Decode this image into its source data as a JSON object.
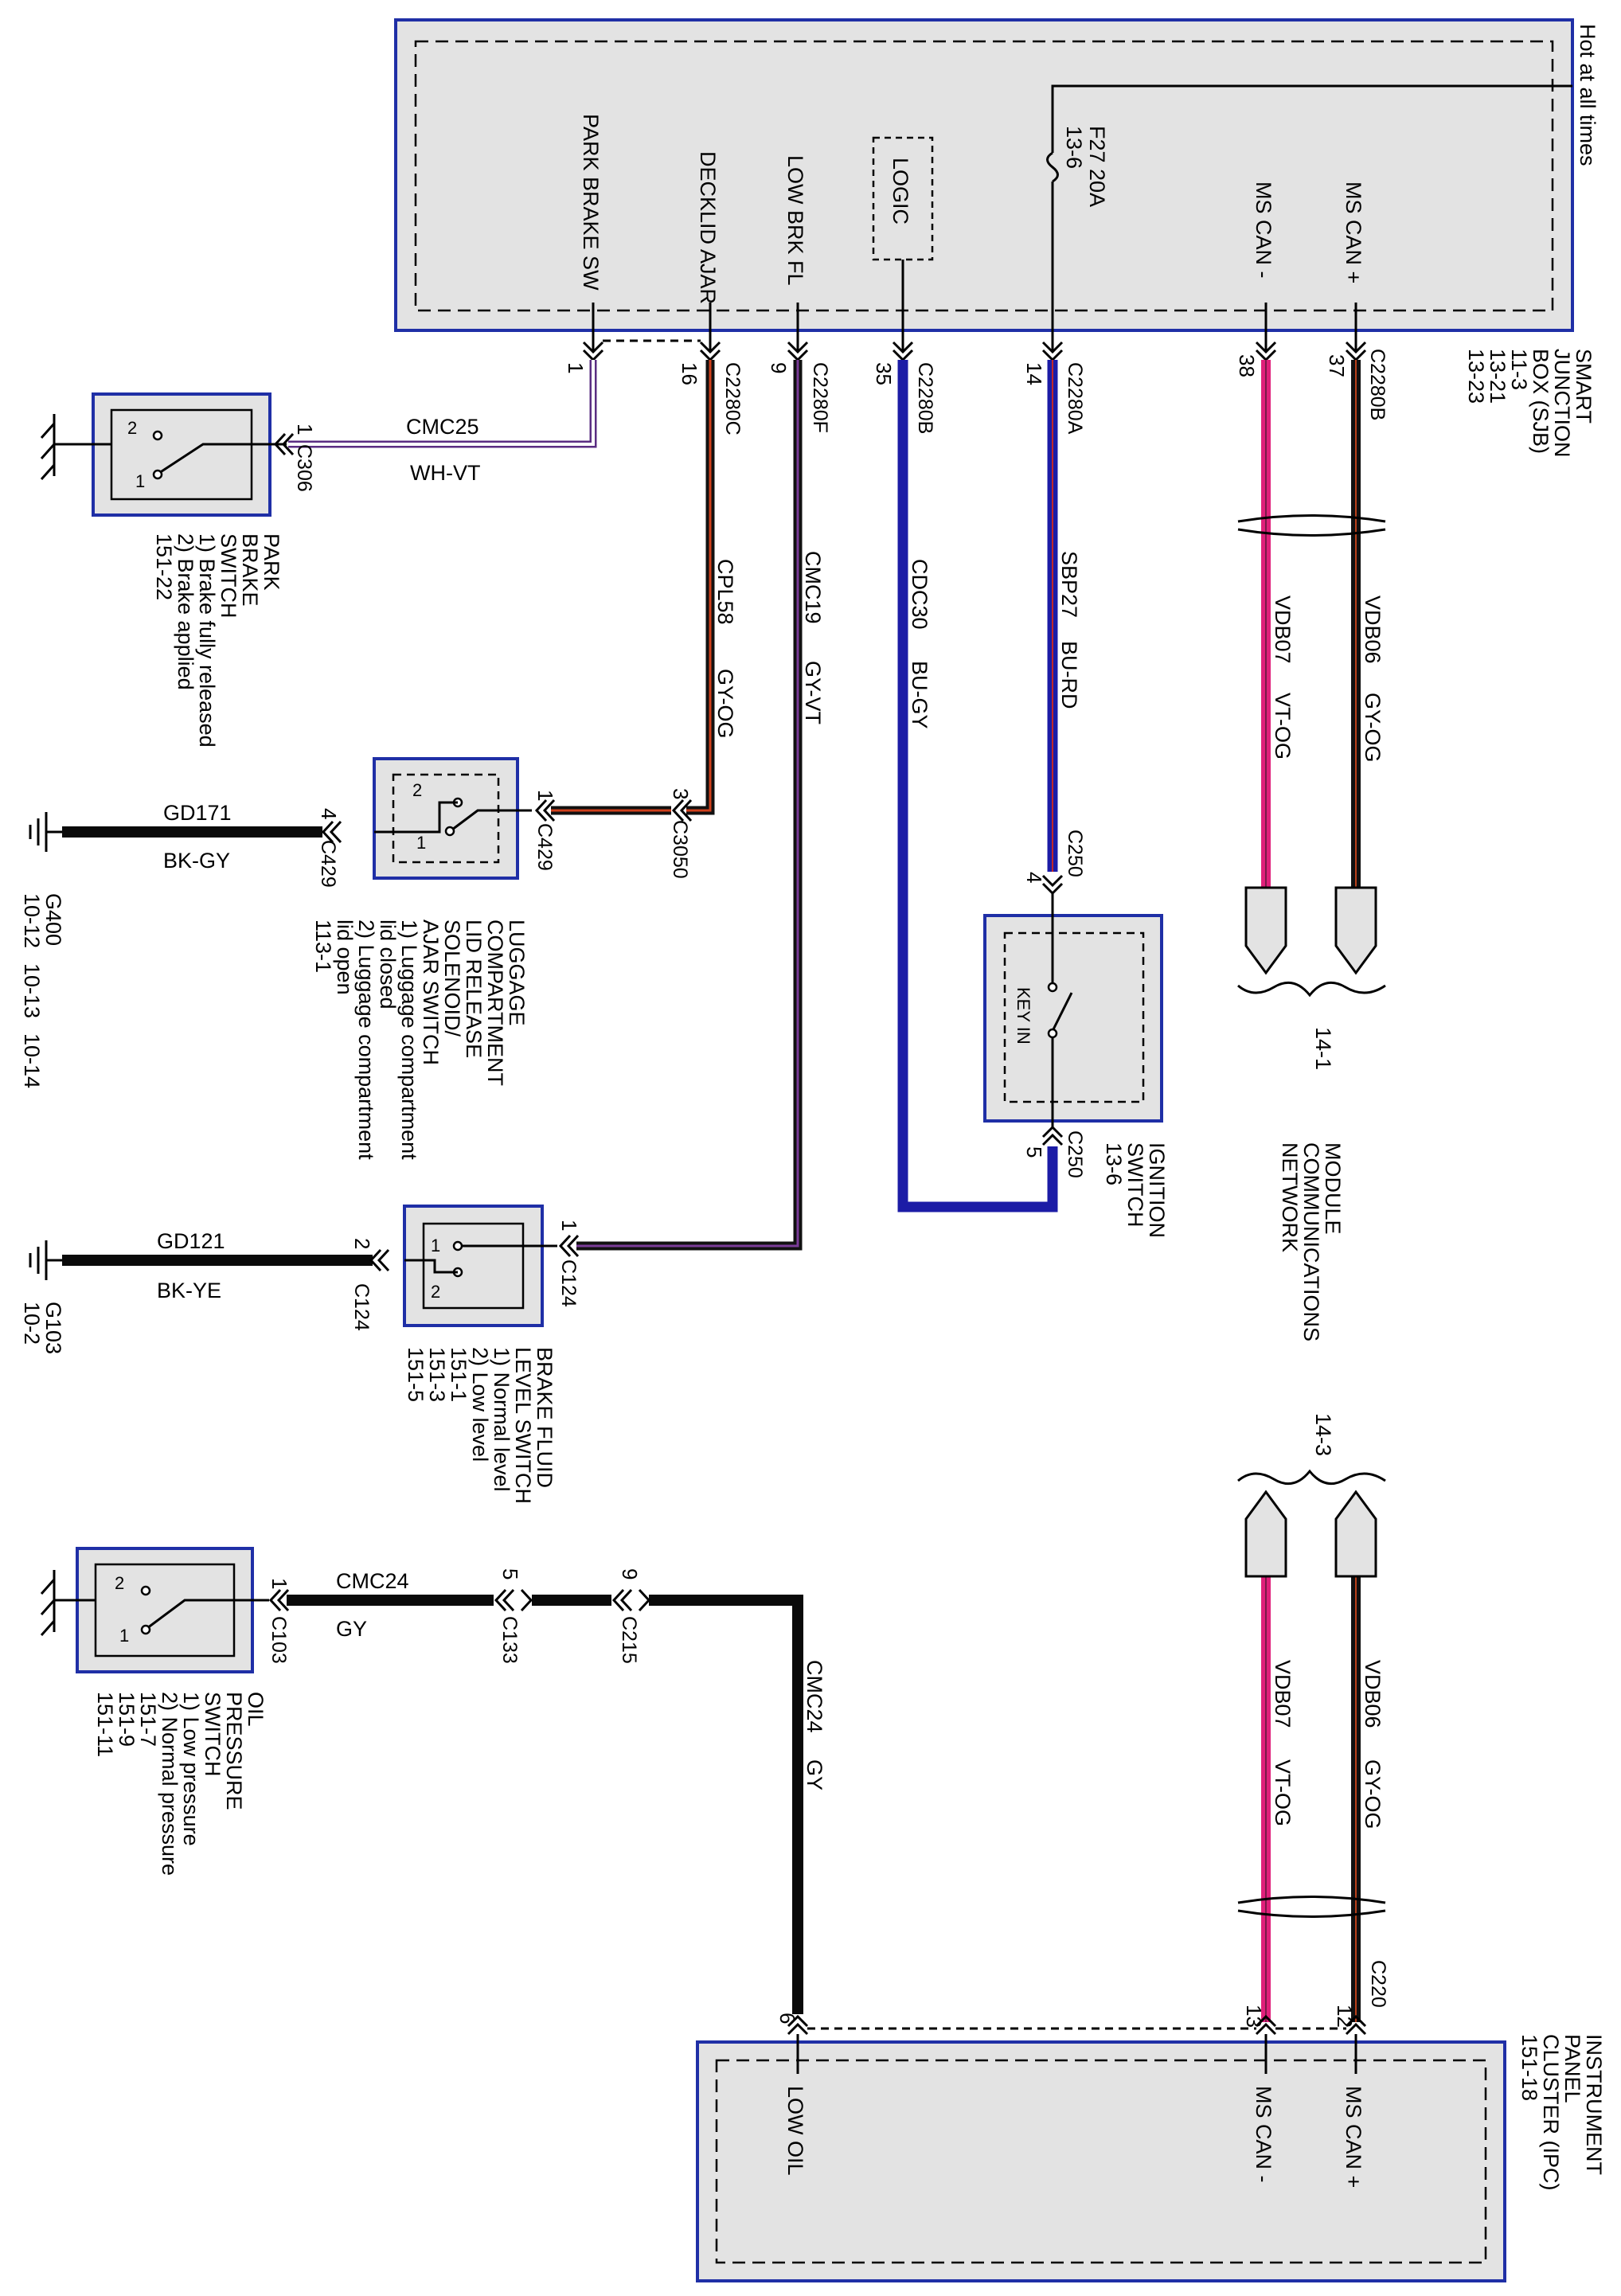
{
  "sjb": {
    "title": [
      "SMART",
      "JUNCTION",
      "BOX (SJB)"
    ],
    "refs": [
      "11-3",
      "13-21",
      "13-23"
    ],
    "hot": "Hot at all times",
    "fuse": "F27   20A",
    "fuse_ref": "13-6",
    "logic": "LOGIC",
    "circuits": {
      "park": "PARK BRAKE SW",
      "decklid": "DECKLID AJAR",
      "lowbrk": "LOW BRK FL",
      "mscanm": "MS CAN -",
      "mscanp": "MS CAN +"
    },
    "pins": {
      "p1": "1",
      "p16": "16",
      "p9": "9",
      "p35": "35",
      "p14": "14",
      "p38": "38",
      "p37": "37"
    },
    "connectors": {
      "c2280c": "C2280C",
      "c2280f": "C2280F",
      "c2280b1": "C2280B",
      "c2280a": "C2280A",
      "c2280b2": "C2280B"
    }
  },
  "wires": {
    "cmc25": {
      "circuit": "CMC25",
      "color": "WH-VT"
    },
    "cpl58": {
      "circuit": "CPL58",
      "color": "GY-OG"
    },
    "cmc19": {
      "circuit": "CMC19",
      "color": "GY-VT"
    },
    "cdc30": {
      "circuit": "CDC30",
      "color": "BU-GY"
    },
    "sbp27": {
      "circuit": "SBP27",
      "color": "BU-RD"
    },
    "vdb07a": {
      "circuit": "VDB07",
      "color": "VT-OG"
    },
    "vdb06a": {
      "circuit": "VDB06",
      "color": "GY-OG"
    },
    "gd171": {
      "circuit": "GD171",
      "color": "BK-GY"
    },
    "gd121": {
      "circuit": "GD121",
      "color": "BK-YE"
    },
    "cmc24a": {
      "circuit": "CMC24",
      "color": "GY"
    },
    "cmc24b": {
      "circuit": "CMC24",
      "color": "GY"
    },
    "vdb07b": {
      "circuit": "VDB07",
      "color": "VT-OG"
    },
    "vdb06b": {
      "circuit": "VDB06",
      "color": "GY-OG"
    }
  },
  "wire_colors": {
    "purple": "#5a2d82",
    "pink": "#e0207a",
    "blue": "#1c1ca6",
    "redorange": "#d0401c",
    "black": "#0a0a0a"
  },
  "park_brake": {
    "title": [
      "PARK",
      "BRAKE",
      "SWITCH"
    ],
    "states": [
      "1) Brake fully released",
      "2) Brake applied"
    ],
    "ref": "151-22",
    "connector": "C306",
    "pin": "1",
    "sw_pos": [
      "2",
      "1"
    ]
  },
  "luggage": {
    "title": [
      "LUGGAGE",
      "COMPARTMENT",
      "LID RELEASE",
      "SOLENOID/",
      "AJAR SWITCH"
    ],
    "states": [
      "1) Luggage compartment",
      "lid closed",
      "2) Luggage compartment",
      "lid open"
    ],
    "ref": "113-1",
    "c429a": "C429",
    "c429a_pin": "1",
    "c429b": "C429",
    "c429b_pin": "4",
    "c3050": "C3050",
    "c3050_pin": "3",
    "sw_pos": [
      "2",
      "1"
    ]
  },
  "g400": {
    "name": "G400",
    "refs": [
      "10-12",
      "10-13",
      "10-14"
    ]
  },
  "ignition": {
    "title": [
      "IGNITION",
      "SWITCH"
    ],
    "ref": "13-6",
    "key": "KEY IN",
    "c250a": "C250",
    "c250a_pin": "4",
    "c250b": "C250",
    "c250b_pin": "5"
  },
  "network": {
    "title": [
      "MODULE",
      "COMMUNICATIONS",
      "NETWORK"
    ],
    "ref1": "14-1",
    "ref2": "14-3"
  },
  "brake_fluid": {
    "title": [
      "BRAKE FLUID",
      "LEVEL SWITCH"
    ],
    "states": [
      "1) Normal level",
      "2) Low level"
    ],
    "refs": [
      "151-1",
      "151-3",
      "151-5"
    ],
    "c124a": "C124",
    "c124a_pin": "1",
    "c124b": "C124",
    "c124b_pin": "2",
    "sw_pos": [
      "1",
      "2"
    ]
  },
  "g103": {
    "name": "G103",
    "ref": "10-2"
  },
  "oil": {
    "title": [
      "OIL",
      "PRESSURE",
      "SWITCH"
    ],
    "states": [
      "1) Low pressure",
      "2) Normal pressure"
    ],
    "refs": [
      "151-7",
      "151-9",
      "151-11"
    ],
    "c103": "C103",
    "c103_pin": "1",
    "c133": "C133",
    "c133_pin": "5",
    "c215": "C215",
    "c215_pin": "9",
    "sw_pos": [
      "2",
      "1"
    ]
  },
  "ipc": {
    "title": [
      "INSTRUMENT",
      "PANEL",
      "CLUSTER (IPC)"
    ],
    "ref": "151-18",
    "circuits": {
      "lowoil": "LOW OIL",
      "mscanm": "MS CAN -",
      "mscanp": "MS CAN +"
    },
    "pins": {
      "p6": "6",
      "p13": "13",
      "p12": "12"
    },
    "connector": "C220"
  }
}
